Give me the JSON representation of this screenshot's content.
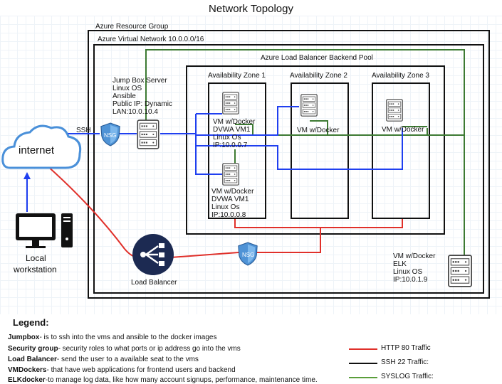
{
  "title": "Network Topology",
  "containers": {
    "resource_group": "Azure Resource Group",
    "virtual_network": "Azure Virtual Network 10.0.0.0/16",
    "backend_pool": "Azure Load Balancer  Backend Pool",
    "zone1": "Availability Zone 1",
    "zone2": "Availability Zone 2",
    "zone3": "Availability Zone 3"
  },
  "jumpbox": {
    "l1": "Jump Box Server",
    "l2": "Linux OS",
    "l3": "Ansible",
    "l4": "Public IP: Dynamic",
    "l5": "LAN:10.0.10.4"
  },
  "vm1": {
    "l1": "VM w/Docker",
    "l2": "DVWA VM1",
    "l3": "Linux Os",
    "l4": "IP:10.0.0.7"
  },
  "vm2": {
    "l1": "VM w/Docker",
    "l2": "DVWA VM1",
    "l3": "Linux Os",
    "l4": "IP:10.0.0.8"
  },
  "vm3": {
    "l1": "VM w/Docker"
  },
  "vm4": {
    "l1": "VM w/Docker"
  },
  "elk": {
    "l1": "VM w/Docker",
    "l2": "ELK",
    "l3": "Linux OS",
    "l4": "IP:10.0.1.9"
  },
  "internet": "internet",
  "ssh_label": "SSH",
  "nsg": "NSG",
  "local_workstation": {
    "l1": "Local",
    "l2": "workstation"
  },
  "load_balancer": "Load Balancer",
  "legend": {
    "heading": "Legend:",
    "items": [
      {
        "term": "Jumpbox",
        "desc": "- is to ssh into the vms and ansible to the docker images"
      },
      {
        "term": "Security group",
        "desc": "- security roles to what ports or ip address go into the vms"
      },
      {
        "term": "Load Balancer",
        "desc": "- send the user to a available seat to the vms"
      },
      {
        "term": "VMDockers",
        "desc": "- that have web applications for frontend users and backend"
      },
      {
        "term": "ELKdocker",
        "desc": "-to manage log data, like how many account signups, performance, maintenance time."
      }
    ],
    "keys": [
      {
        "label": "HTTP 80 Traffic",
        "color": "#e0302a"
      },
      {
        "label": "SSH 22 Traffic:",
        "color": "#111111"
      },
      {
        "label": "SYSLOG Traffic:",
        "color": "#5a9e3a"
      }
    ]
  },
  "colors": {
    "blue": "#1f3ff0",
    "green": "#2f6f2a",
    "red": "#e0302a",
    "navy": "#1c2a52",
    "cloud": "#4a90d9"
  }
}
